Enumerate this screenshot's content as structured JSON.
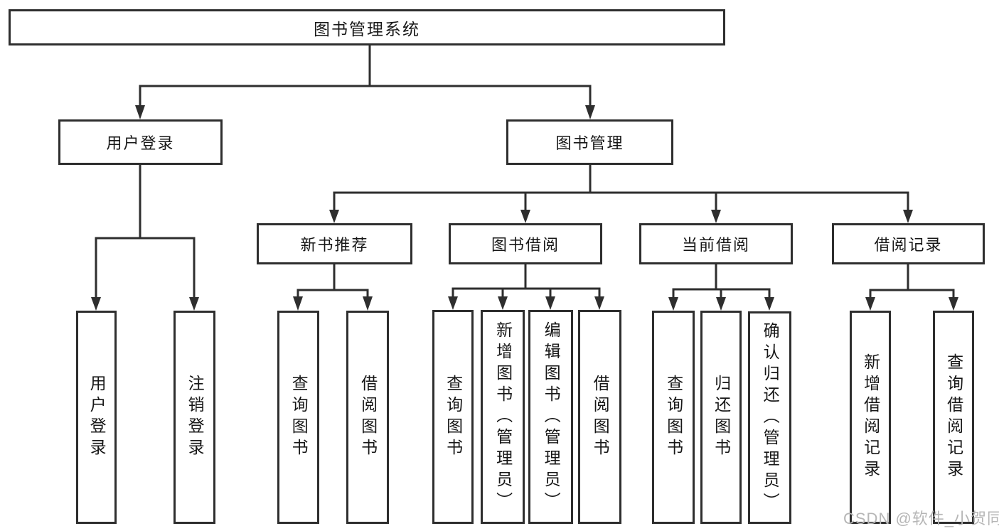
{
  "tree": {
    "label": "图书管理系统",
    "children": [
      {
        "label": "用户登录",
        "children": [
          {
            "label": "用户登录"
          },
          {
            "label": "注销登录"
          }
        ]
      },
      {
        "label": "图书管理",
        "children": [
          {
            "label": "新书推荐",
            "children": [
              {
                "label": "查询图书"
              },
              {
                "label": "借阅图书"
              }
            ]
          },
          {
            "label": "图书借阅",
            "children": [
              {
                "label": "查询图书"
              },
              {
                "label": "新增图书（管理员）"
              },
              {
                "label": "编辑图书（管理员）"
              },
              {
                "label": "借阅图书"
              }
            ]
          },
          {
            "label": "当前借阅",
            "children": [
              {
                "label": "查询图书"
              },
              {
                "label": "归还图书"
              },
              {
                "label": "确认归还（管理员）"
              }
            ]
          },
          {
            "label": "借阅记录",
            "children": [
              {
                "label": "新增借阅记录"
              },
              {
                "label": "查询借阅记录"
              }
            ]
          }
        ]
      }
    ]
  },
  "watermark": {
    "text": "CSDN @软件_小贺同学"
  },
  "colors": {
    "line": "#2e2e2e",
    "box_border": "#2e2e2e",
    "text": "#171717",
    "watermark": "#b6b6b6",
    "background": "#ffffff"
  }
}
